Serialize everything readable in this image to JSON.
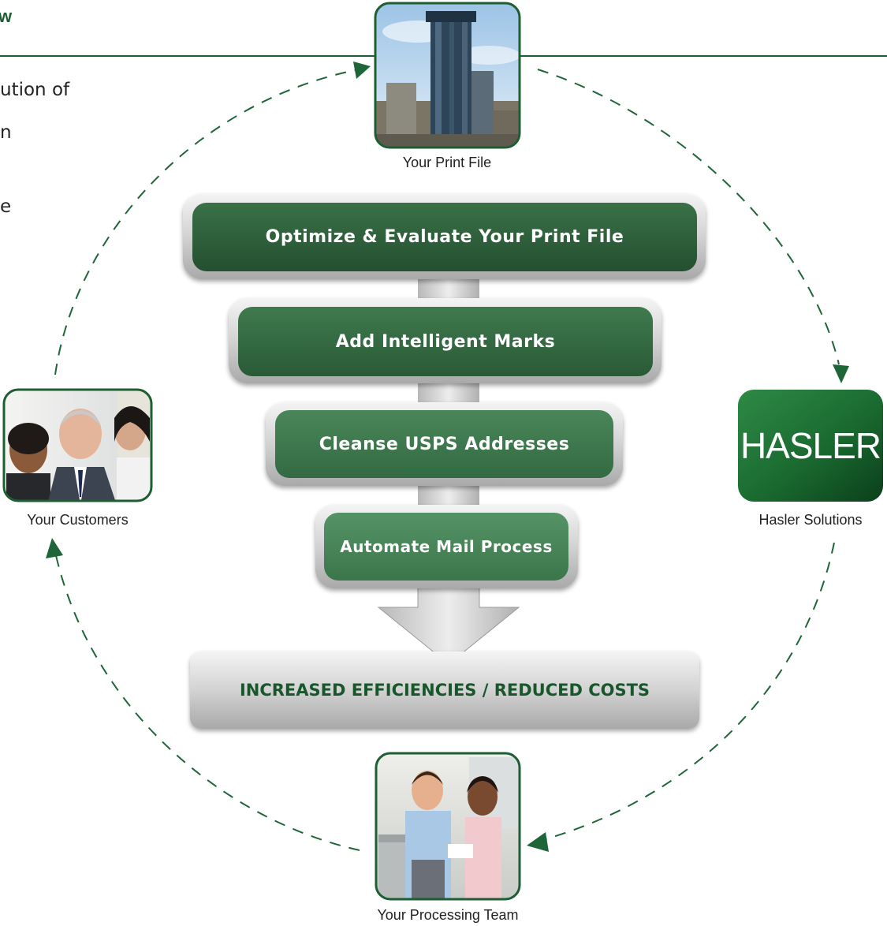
{
  "header": {
    "title_fragment": "w",
    "body_fragments": [
      "ution of",
      "n",
      "e"
    ]
  },
  "nodes": {
    "print_file": {
      "label": "Your Print File",
      "icon": "office-tower-photo"
    },
    "customers": {
      "label": "Your Customers",
      "icon": "business-people-photo"
    },
    "hasler": {
      "label": "Hasler Solutions",
      "logo_text": "HASLER"
    },
    "processing_team": {
      "label": "Your Processing Team",
      "icon": "team-at-mail-machine-photo"
    }
  },
  "funnel": {
    "stages": [
      "Optimize & Evaluate Your Print File",
      "Add Intelligent Marks",
      "Cleanse USPS Addresses",
      "Automate Mail Process"
    ],
    "result": "INCREASED EFFICIENCIES / REDUCED COSTS"
  },
  "colors": {
    "brand_green": "#1e5e33",
    "cycle_arrow": "#1e6638",
    "stage_dark": "#2c5f39",
    "stage_light": "#4b8a5c",
    "result_text": "#17572b"
  }
}
